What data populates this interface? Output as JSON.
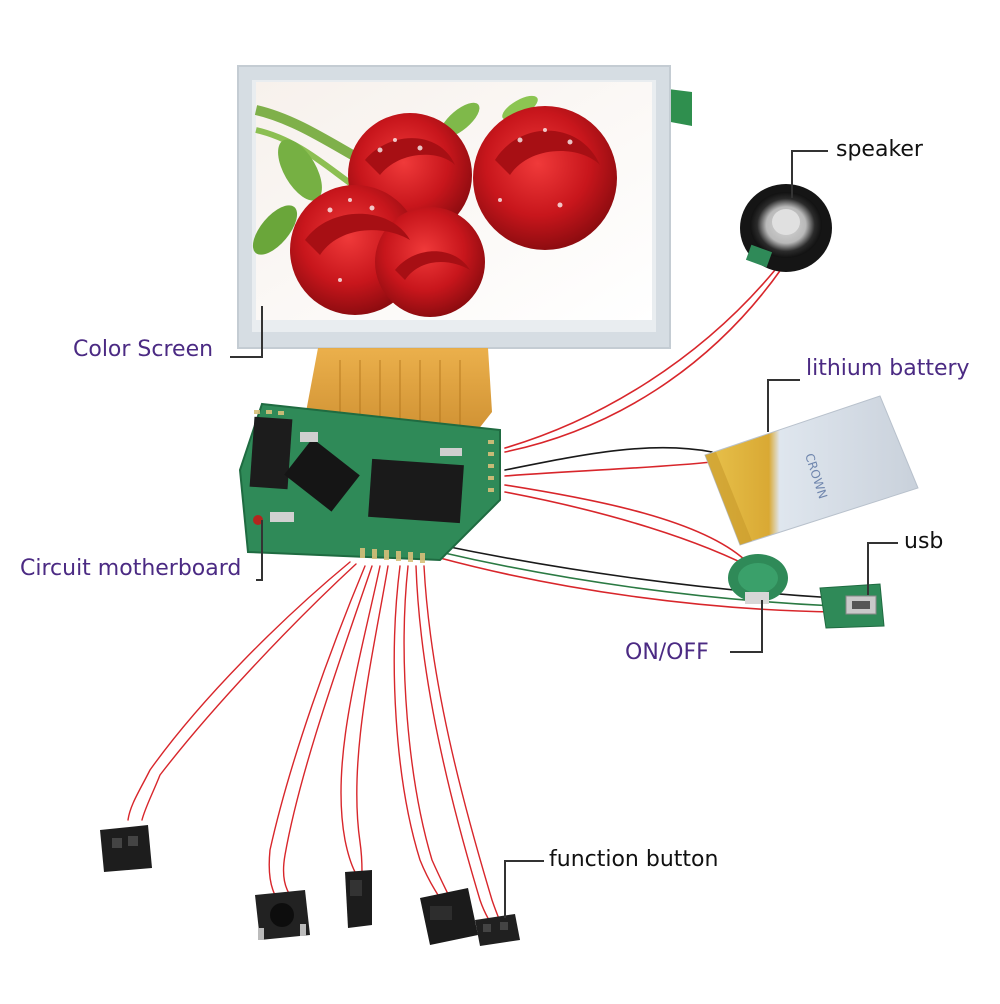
{
  "labels": {
    "color_screen": "Color Screen",
    "speaker": "speaker",
    "lithium_battery": "lithium battery",
    "circuit_motherboard": "Circuit motherboard",
    "usb": "usb",
    "on_off": "ON/OFF",
    "function_button": "function button"
  },
  "colors": {
    "label_purple": "#4b2a83",
    "label_black": "#111111",
    "wire_red": "#d8262b",
    "wire_black": "#1a1a1a",
    "pcb_green": "#2f8a58",
    "flex_cable": "#d99a2a",
    "battery_yellow": "#e2b640",
    "rose_red": "#c8161c"
  },
  "battery_printed_text": "CROWN"
}
